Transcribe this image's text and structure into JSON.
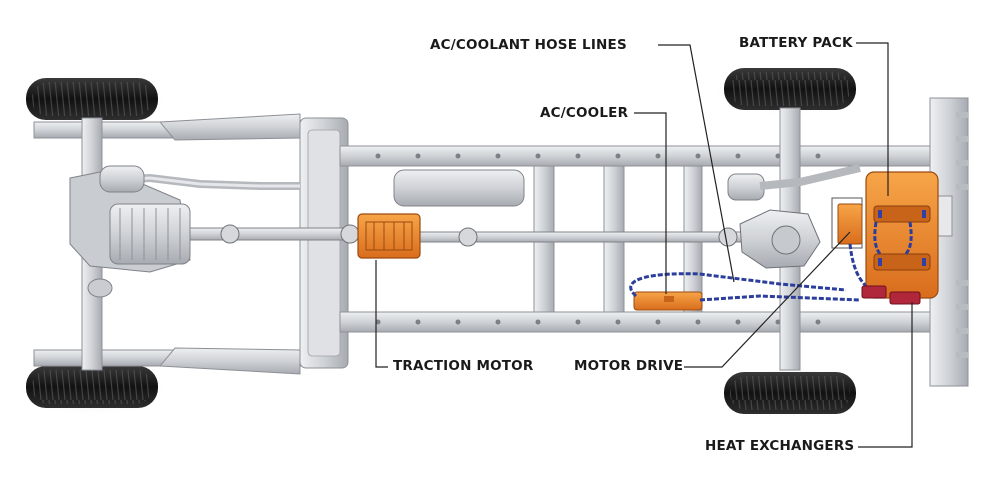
{
  "labels": {
    "ac_coolant_hose_lines": "AC/COOLANT HOSE LINES",
    "battery_pack": "BATTERY PACK",
    "ac_cooler": "AC/COOLER",
    "traction_motor": "TRACTION MOTOR",
    "motor_drive": "MOTOR DRIVE",
    "heat_exchangers": "HEAT EXCHANGERS"
  },
  "colors": {
    "frame": "#d4d6d9",
    "frame_shadow": "#a9acb1",
    "tire": "#1c1c1c",
    "component_orange": "#f08a2b",
    "component_orange_dark": "#c8641a",
    "hose_blue": "#2c3e9c",
    "heat_exchanger_red": "#b0263a",
    "leader_line": "#222222"
  }
}
